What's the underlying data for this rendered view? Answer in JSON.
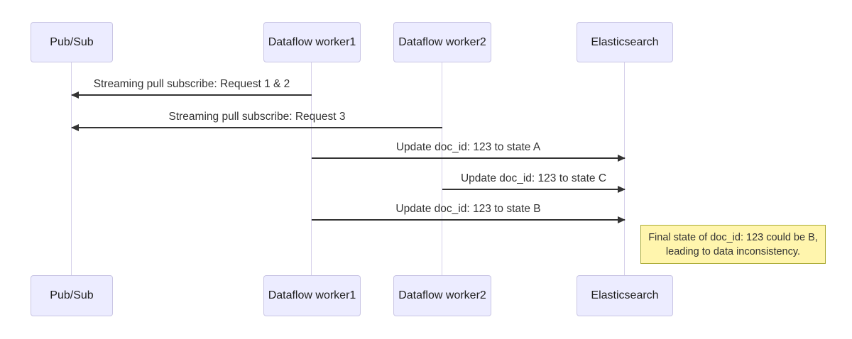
{
  "diagram": {
    "kind": "sequence-diagram",
    "actors": [
      {
        "id": "pubsub",
        "label": "Pub/Sub"
      },
      {
        "id": "worker1",
        "label": "Dataflow worker1"
      },
      {
        "id": "worker2",
        "label": "Dataflow worker2"
      },
      {
        "id": "elasticsearch",
        "label": "Elasticsearch"
      }
    ],
    "messages": [
      {
        "from": "Dataflow worker1",
        "to": "Pub/Sub",
        "direction": "left",
        "label": "Streaming pull subscribe: Request 1 & 2"
      },
      {
        "from": "Dataflow worker2",
        "to": "Pub/Sub",
        "direction": "left",
        "label": "Streaming pull subscribe: Request 3"
      },
      {
        "from": "Dataflow worker1",
        "to": "Elasticsearch",
        "direction": "right",
        "label": "Update doc_id: 123 to state A"
      },
      {
        "from": "Dataflow worker2",
        "to": "Elasticsearch",
        "direction": "right",
        "label": "Update doc_id: 123 to state C"
      },
      {
        "from": "Dataflow worker1",
        "to": "Elasticsearch",
        "direction": "right",
        "label": "Update doc_id: 123 to state B"
      }
    ],
    "note": {
      "anchor": "right of Elasticsearch",
      "line1": "Final state of doc_id: 123 could be B,",
      "line2": "leading to data inconsistency."
    },
    "colors": {
      "actor_fill": "#ECECFF",
      "actor_border": "#C9C5E4",
      "lifeline": "#D6D0EA",
      "message_line": "#333333",
      "text": "#333333",
      "note_fill": "#FFF5AD",
      "note_border": "#AAAA33",
      "background": "#FFFFFF"
    }
  }
}
